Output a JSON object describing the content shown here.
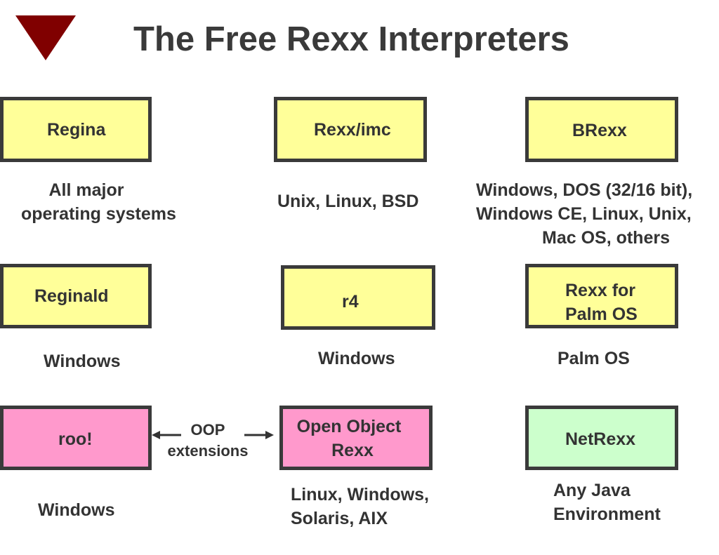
{
  "slide": {
    "title": "The Free Rexx Interpreters",
    "accent_color": "#800000",
    "triangle_icon": "down-triangle"
  },
  "interpreters": {
    "regina": {
      "name": "Regina",
      "platforms": [
        "All major",
        "operating systems"
      ],
      "color": "#ffff99"
    },
    "rexximc": {
      "name": "Rexx/imc",
      "platforms": [
        "Unix, Linux, BSD"
      ],
      "color": "#ffff99"
    },
    "brexx": {
      "name": "BRexx",
      "platforms": [
        "Windows, DOS (32/16 bit),",
        "Windows CE, Linux, Unix,",
        "Mac OS, others"
      ],
      "color": "#ffff99"
    },
    "reginald": {
      "name": "Reginald",
      "platforms": [
        "Windows"
      ],
      "color": "#ffff99"
    },
    "r4": {
      "name": "r4",
      "platforms": [
        "Windows"
      ],
      "color": "#ffff99"
    },
    "palm": {
      "name_lines": [
        "Rexx for",
        "Palm OS"
      ],
      "platforms": [
        "Palm OS"
      ],
      "color": "#ffff99"
    },
    "roo": {
      "name": "roo!",
      "platforms": [
        "Windows"
      ],
      "color": "#ff99cc"
    },
    "oorexx": {
      "name_lines": [
        "Open Object",
        "Rexx"
      ],
      "platforms": [
        "Linux, Windows,",
        "Solaris, AIX"
      ],
      "color": "#ff99cc"
    },
    "netrexx": {
      "name": "NetRexx",
      "platforms": [
        "Any Java",
        "Environment"
      ],
      "color": "#ccffcc"
    }
  },
  "connector": {
    "label_lines": [
      "OOP",
      "extensions"
    ]
  }
}
